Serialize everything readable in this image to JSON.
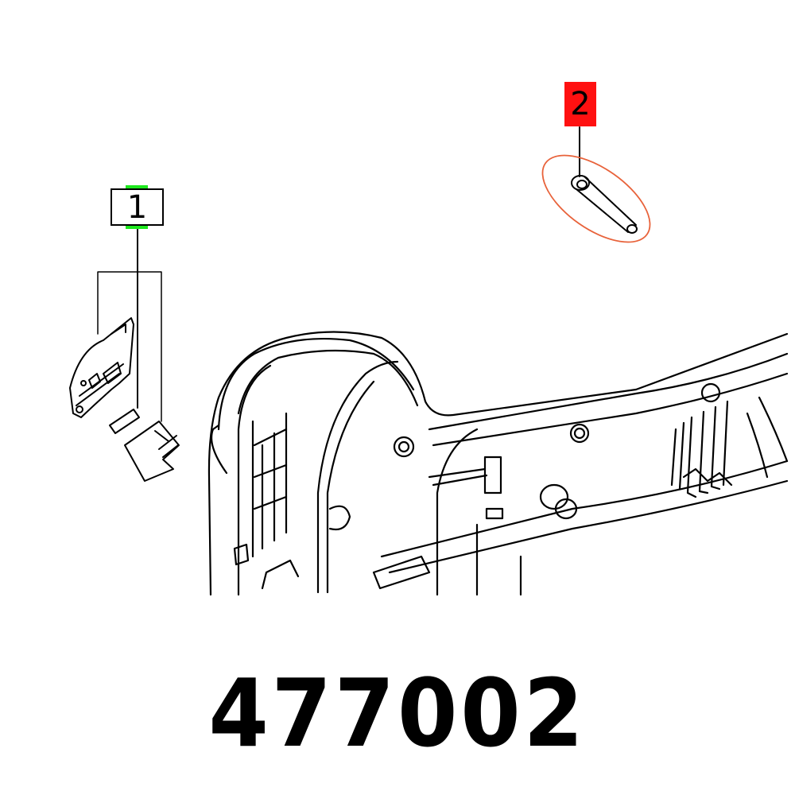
{
  "diagram": {
    "type": "exploded-parts-diagram",
    "part_number": "477002",
    "callouts": [
      {
        "number": "1",
        "color": "#1ee81e",
        "part": "latch-assembly (3 pieces)"
      },
      {
        "number": "2",
        "color": "#ff1111",
        "part": "pin-screw",
        "highlight_color": "#e8623a"
      }
    ],
    "line_color": "#000000",
    "background": "#ffffff"
  }
}
